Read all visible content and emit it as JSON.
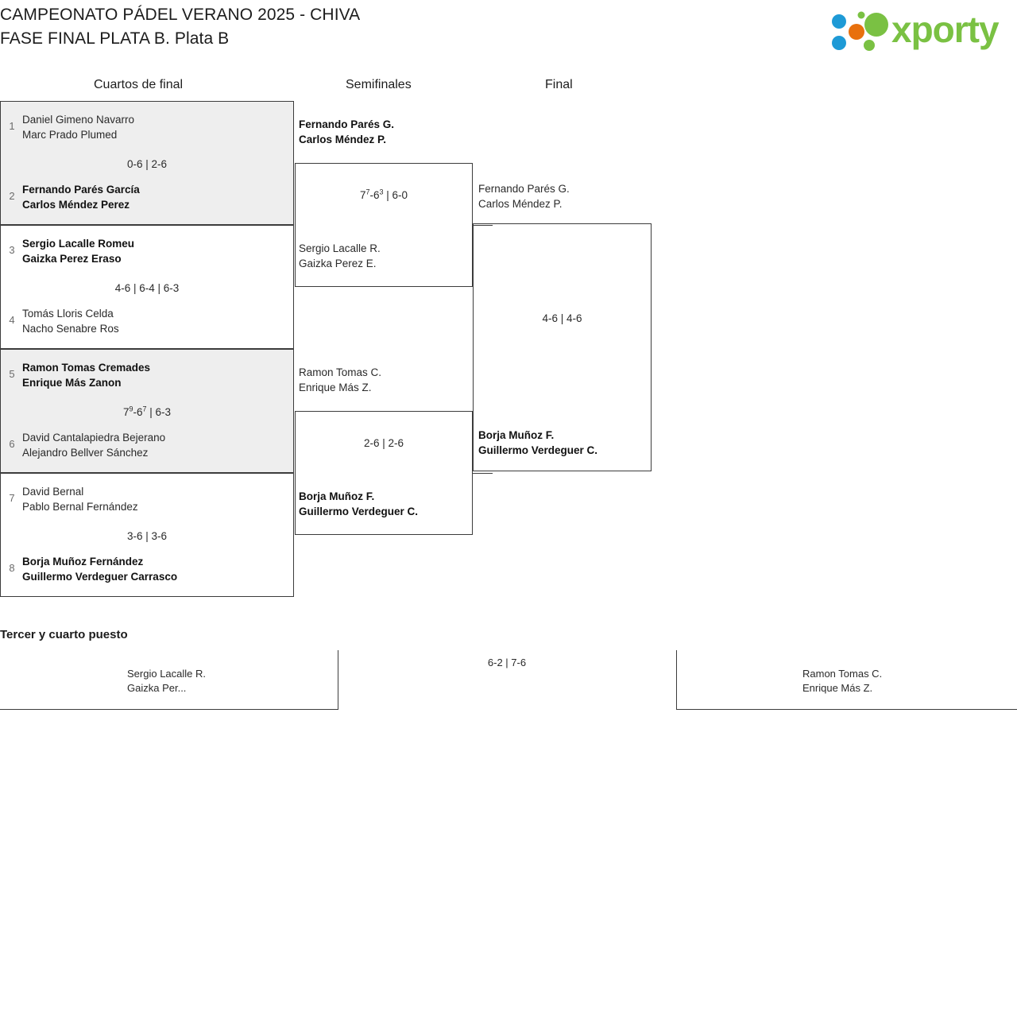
{
  "header": {
    "title_line1": "CAMPEONATO PÁDEL VERANO 2025 - CHIVA",
    "title_line2": "FASE FINAL PLATA B. Plata B",
    "logo_text": "xporty",
    "logo_colors": {
      "green": "#7ac143",
      "blue": "#1e9ad6",
      "orange": "#e8700d"
    }
  },
  "rounds": [
    {
      "label": "Cuartos de final"
    },
    {
      "label": "Semifinales"
    },
    {
      "label": "Final"
    }
  ],
  "quarterfinals": [
    {
      "shaded": true,
      "top": {
        "seed": "1",
        "p1": "Daniel Gimeno Navarro",
        "p2": "Marc Prado Plumed",
        "winner": false
      },
      "bottom": {
        "seed": "2",
        "p1": "Fernando Parés García",
        "p2": "Carlos Méndez Perez",
        "winner": true
      },
      "score": "0-6 | 2-6"
    },
    {
      "shaded": false,
      "top": {
        "seed": "3",
        "p1": "Sergio Lacalle Romeu",
        "p2": "Gaizka Perez Eraso",
        "winner": true
      },
      "bottom": {
        "seed": "4",
        "p1": "Tomás Lloris Celda",
        "p2": "Nacho Senabre Ros",
        "winner": false
      },
      "score": "4-6 | 6-4 | 6-3"
    },
    {
      "shaded": true,
      "top": {
        "seed": "5",
        "p1": "Ramon Tomas Cremades",
        "p2": "Enrique Más Zanon",
        "winner": true
      },
      "bottom": {
        "seed": "6",
        "p1": "David Cantalapiedra Bejerano",
        "p2": "Alejandro Bellver Sánchez",
        "winner": false
      },
      "score_pre": "7",
      "score_sup1": "9",
      "score_mid": "-6",
      "score_sup2": "7",
      "score_post": " | 6-3",
      "score": "79-67 | 6-3"
    },
    {
      "shaded": false,
      "top": {
        "seed": "7",
        "p1": "David Bernal",
        "p2": "Pablo Bernal Fernández",
        "winner": false
      },
      "bottom": {
        "seed": "8",
        "p1": "Borja Muñoz Fernández",
        "p2": "Guillermo Verdeguer Carrasco",
        "winner": true
      },
      "score": "3-6 | 3-6"
    }
  ],
  "semifinals": [
    {
      "top": {
        "p1": "Fernando Parés G.",
        "p2": "Carlos Méndez P.",
        "winner": true
      },
      "bottom": {
        "p1": "Sergio Lacalle R.",
        "p2": "Gaizka Perez E.",
        "winner": false
      },
      "score_pre": "7",
      "score_sup1": "7",
      "score_mid": "-6",
      "score_sup2": "3",
      "score_post": " | 6-0",
      "score": "77-63 | 6-0"
    },
    {
      "top": {
        "p1": "Ramon Tomas C.",
        "p2": "Enrique Más Z.",
        "winner": false
      },
      "bottom": {
        "p1": "Borja Muñoz F.",
        "p2": "Guillermo Verdeguer C.",
        "winner": true
      },
      "score": "2-6 | 2-6"
    }
  ],
  "final": {
    "top": {
      "p1": "Fernando Parés G.",
      "p2": "Carlos Méndez P.",
      "winner": false
    },
    "bottom": {
      "p1": "Borja Muñoz F.",
      "p2": "Guillermo Verdeguer C.",
      "winner": true
    },
    "score": "4-6 | 4-6"
  },
  "third_place": {
    "title": "Tercer y cuarto puesto",
    "left": {
      "p1": "Sergio Lacalle R.",
      "p2": "Gaizka Per..."
    },
    "right": {
      "p1": "Ramon Tomas C.",
      "p2": "Enrique Más Z."
    },
    "score": "6-2 | 7-6"
  }
}
